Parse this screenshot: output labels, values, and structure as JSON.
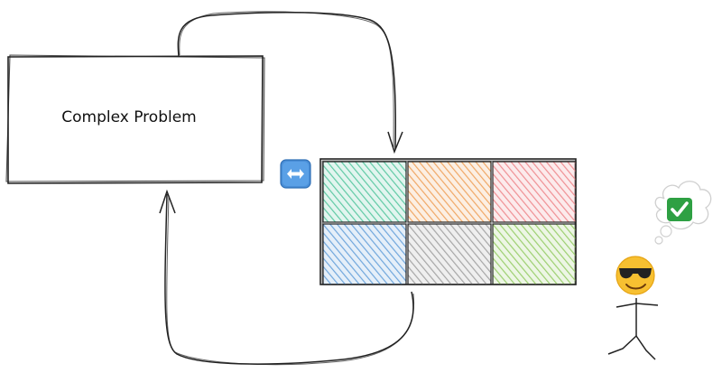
{
  "problem_box": {
    "label": "Complex Problem"
  },
  "grid": {
    "rows": 2,
    "cols": 3,
    "cells": [
      {
        "name": "cell-green",
        "color": "#5fc9a4"
      },
      {
        "name": "cell-orange",
        "color": "#f0a765"
      },
      {
        "name": "cell-pink",
        "color": "#ef8f93"
      },
      {
        "name": "cell-blue",
        "color": "#6fa6dc"
      },
      {
        "name": "cell-gray",
        "color": "#a6a6a6"
      },
      {
        "name": "cell-light-green",
        "color": "#9ccf6f"
      }
    ]
  },
  "icons": {
    "swap": "left-right-arrow-icon",
    "thought": "thought-bubble-icon",
    "check": "check-mark-icon",
    "face": "sunglasses-face-icon"
  },
  "colors": {
    "stroke": "#222222",
    "check_green": "#2ea043",
    "swap_blue": "#4a8fd8",
    "face_yellow": "#f7c031"
  }
}
